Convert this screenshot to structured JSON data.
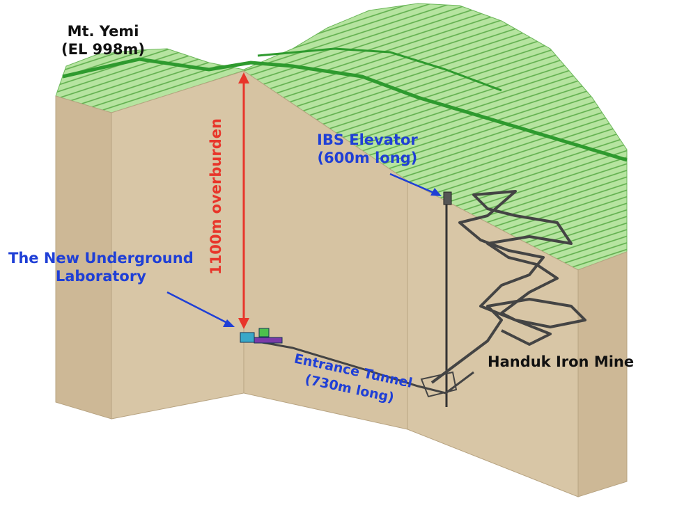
{
  "labels": {
    "mountain_name": "Mt. Yemi",
    "mountain_elevation": "(EL 998m)",
    "overburden": "1100m overburden",
    "elevator_name": "IBS Elevator",
    "elevator_length": "(600m long)",
    "lab_line1": "The New Underground",
    "lab_line2": "Laboratory",
    "tunnel_name": "Entrance Tunnel",
    "tunnel_length": "(730m long)",
    "mine": "Handuk Iron Mine"
  },
  "colors": {
    "rock": "#d8c6a6",
    "terrain": "#a8dc8c",
    "terrain_dark": "#4aa63a",
    "label_blue": "#1f3fd6",
    "overburden_red": "#e8352a"
  }
}
